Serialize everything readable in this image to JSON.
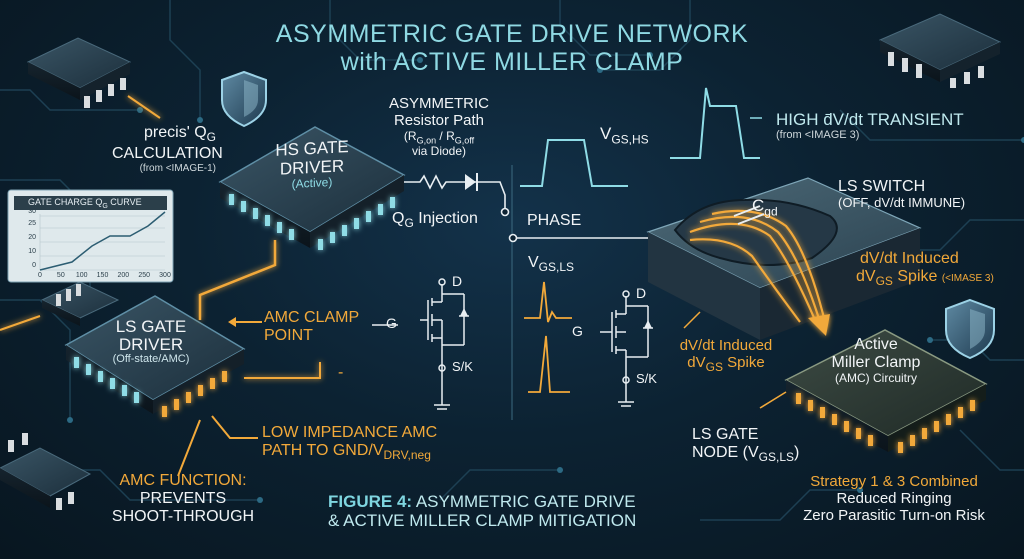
{
  "title": {
    "line1": "ASYMMETRIC GATE DRIVE NETWORK",
    "line2": "with ACTIVE MILLER CLAMP"
  },
  "precis": {
    "line1": "precis' Q",
    "line1_sub": "G",
    "line2": "CALCULATION",
    "line3": "(from <IMAGE-1)"
  },
  "gate_chart": {
    "title": "GATE CHARGE Q",
    "title_sub": "G",
    "title_suffix": " CURVE",
    "y_ticks": [
      "0",
      "10",
      "20",
      "25",
      "30"
    ],
    "x_ticks": [
      "0",
      "50",
      "100",
      "150",
      "200",
      "250",
      "300"
    ]
  },
  "hs_driver": {
    "line1": "HS GATE",
    "line2": "DRIVER",
    "line3": "(Active)"
  },
  "ls_driver": {
    "line1": "LS GATE",
    "line2": "DRIVER",
    "line3": "(Off-state/AMC)"
  },
  "resistor": {
    "line1": "ASYMMETRIC",
    "line2": "Resistor Path",
    "line3_a": "(R",
    "line3_a_sub": "G,on",
    "line3_b": " / R",
    "line3_b_sub": "G,off",
    "line4": "via Diode)"
  },
  "qg_injection": {
    "text_a": "Q",
    "text_a_sub": "G",
    "text_b": " Injection"
  },
  "phase": {
    "label": "PHASE"
  },
  "vgs_hs": {
    "main": "V",
    "sub": "GS,HS"
  },
  "vgs_ls": {
    "main": "V",
    "sub": "GS,LS"
  },
  "high_dvdt": {
    "line1": "HIGH d̄V/dt TRANSIENT",
    "line2": "(from <IMAGE 3)"
  },
  "ls_switch": {
    "line1": "LS SWITCH",
    "line2": "(OFF, dV/dt IMMUNE)"
  },
  "cgd": {
    "main": "C",
    "sub": "gd"
  },
  "dvdt_spike_right": {
    "line1": "dV/dt Induced",
    "line2_a": "dV",
    "line2_sub": "GS",
    "line2_b": " Spike ",
    "line2_small": "(<IMASE 3)"
  },
  "amc_clamp": {
    "line1": "AMC CLAMP",
    "line2": "POINT"
  },
  "mosfet_hs": {
    "d": "D",
    "g": "G",
    "s": "S/K"
  },
  "mosfet_ls": {
    "d": "D",
    "g": "G",
    "s": "S/K"
  },
  "dvdt_spike_mid": {
    "line1": "dV/dt Induced",
    "line2_a": "dV",
    "line2_sub": "GS",
    "line2_b": " Spike"
  },
  "active_clamp": {
    "line1": "Active",
    "line2": "Miller Clamp",
    "line3": "(AMC) Circuitry"
  },
  "low_imp": {
    "line1": "LOW IMPEDANCE AMC",
    "line2_a": "PATH TO GND/V",
    "line2_sub": "DRV,neg"
  },
  "ls_gate_node": {
    "line1": "LS GATE",
    "line2_a": "NODE (V",
    "line2_sub": "GS,LS",
    "line2_b": ")"
  },
  "amc_function": {
    "line1": "AMC FUNCTION:",
    "line2": "PREVENTS",
    "line3": "SHOOT-THROUGH"
  },
  "figure_caption": {
    "bold": "FIGURE 4:",
    "line1_rest": " ASYMMETRIC GATE DRIVE",
    "line2": "& ACTIVE MILLER CLAMP MITIGATION"
  },
  "strategy": {
    "line1": "Strategy 1 & 3 Combined",
    "line2": "Reduced Ringing",
    "line3": "Zero Parasitic Turn-on Risk"
  },
  "wire_minus": "-",
  "colors": {
    "accent_orange": "#f2a93a",
    "accent_cyan": "#7fd6e0",
    "chip_body": "#1e3140",
    "background": "#0c2232"
  }
}
